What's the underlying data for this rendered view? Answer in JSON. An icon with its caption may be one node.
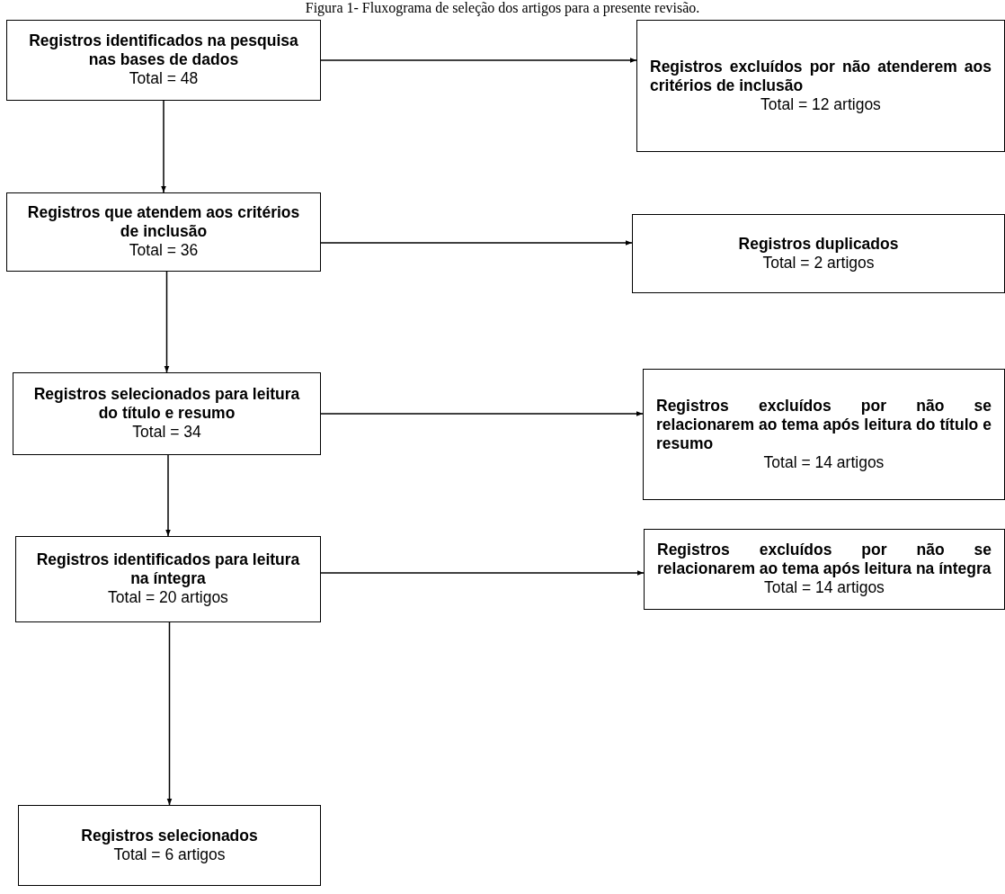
{
  "diagram": {
    "title": "Figura 1- Fluxograma de seleção dos artigos para a presente revisão.",
    "nodes": [
      {
        "text": [
          "Registros identificados na pesquisa nas bases de dados",
          "Total = 48"
        ]
      },
      {
        "text": [
          "Registros excluídos por não atenderem aos critérios de inclusão",
          "Total = 12 artigos"
        ]
      },
      {
        "text": [
          "Registros que atendem aos critérios de inclusão",
          "Total = 36"
        ]
      },
      {
        "text": [
          "Registros duplicados",
          "Total = 2 artigos"
        ]
      },
      {
        "text": [
          "Registros selecionados para leitura do título e resumo",
          "Total = 34"
        ]
      },
      {
        "text": [
          "Registros excluídos por não se relacionarem ao tema após leitura do título e resumo",
          "Total = 14 artigos"
        ]
      },
      {
        "text": [
          "Registros identificados para leitura na íntegra",
          "Total = 20 artigos"
        ]
      },
      {
        "text": [
          "Registros excluídos por não se relacionarem ao tema após leitura na íntegra",
          "Total = 14 artigos"
        ]
      },
      {
        "text": [
          "Registros selecionados",
          "Total = 6 artigos"
        ]
      }
    ],
    "edges": [
      {
        "from": 0,
        "to": 1,
        "arrow": "to"
      },
      {
        "from": 0,
        "to": 2,
        "arrow": "to"
      },
      {
        "from": 2,
        "to": 3,
        "arrow": "to"
      },
      {
        "from": 2,
        "to": 4,
        "arrow": "to"
      },
      {
        "from": 4,
        "to": 5,
        "arrow": "to"
      },
      {
        "from": 4,
        "to": 6,
        "arrow": "to"
      },
      {
        "from": 6,
        "to": 7,
        "arrow": "to"
      },
      {
        "from": 6,
        "to": 8,
        "arrow": "to"
      }
    ]
  }
}
